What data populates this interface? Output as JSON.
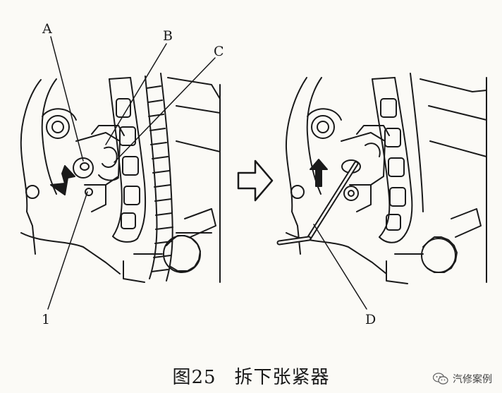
{
  "labels": {
    "a": "A",
    "b": "B",
    "c": "C",
    "one": "1",
    "d": "D"
  },
  "caption": {
    "number": "图25",
    "title": "拆下张紧器"
  },
  "watermark": {
    "text": "汽修案例",
    "icon": "wechat-icon"
  },
  "colors": {
    "ink": "#1a1a1a",
    "paper": "#fbfaf6"
  }
}
